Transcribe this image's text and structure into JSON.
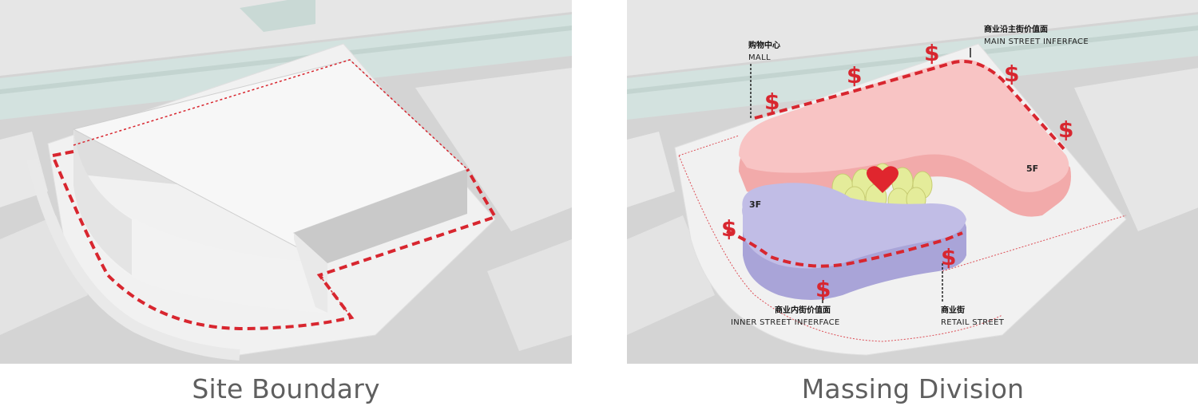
{
  "panels": [
    {
      "caption": "Site Boundary"
    },
    {
      "caption": "Massing Division",
      "annotations": {
        "mall_zh": "购物中心",
        "mall_en": "MALL",
        "main_street_zh": "商业沿主街价值面",
        "main_street_en": "MAIN STREET INFERFACE",
        "inner_street_zh": "商业内街价值面",
        "inner_street_en": "INNER STREET INFERFACE",
        "retail_zh": "商业街",
        "retail_en": "RETAIL STREET",
        "floor_pink": "5F",
        "floor_purple": "3F",
        "dollar_symbol": "$"
      }
    }
  ],
  "colors": {
    "boundary_red": "#d8262f",
    "mall_pink": "#f5b9b9",
    "retail_purple": "#b7b3df",
    "tree_yellow": "#e4ec9a",
    "heart_red": "#e0262e",
    "road_gray": "#d4d4d4",
    "rail_teal": "#d3e2df"
  },
  "icons": {
    "value_marker": "dollar-sign",
    "center": "heart-icon"
  }
}
